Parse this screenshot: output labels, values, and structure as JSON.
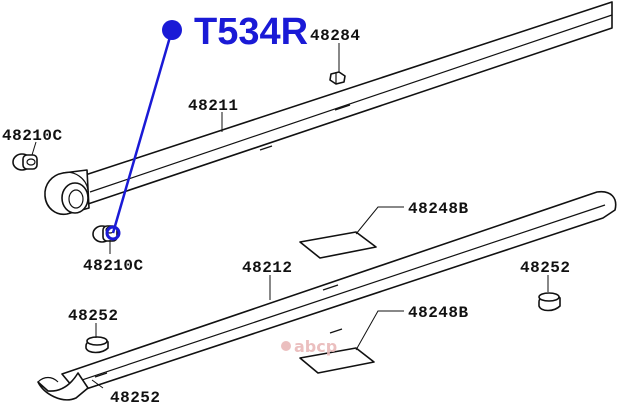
{
  "callout": {
    "code": "T534R",
    "color": "#1a1ad6"
  },
  "labels": {
    "nut_top": "48284",
    "main_leaf": "48211",
    "bushing_upper": "48210C",
    "bushing_lower": "48210C",
    "second_leaf": "48212",
    "insert_upper": "48248B",
    "insert_lower": "48248B",
    "pad_right": "48252",
    "pad_left": "48252",
    "pad_bottom": "48252"
  },
  "watermark": {
    "text": "abcp",
    "color": "#e9b9b9"
  }
}
